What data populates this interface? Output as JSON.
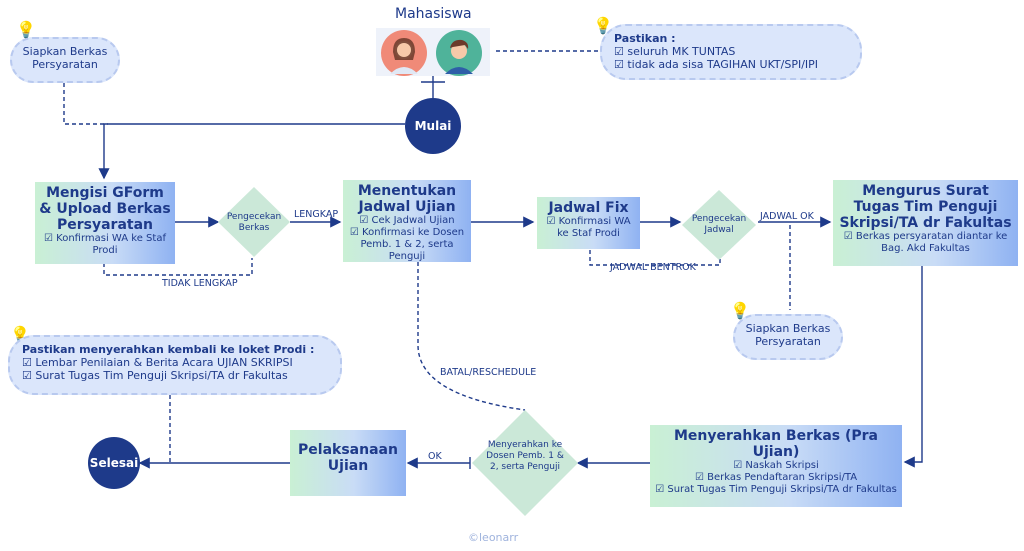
{
  "actor": {
    "label": "Mahasiswa"
  },
  "notes": {
    "top_left": {
      "icon": "lightbulb-icon",
      "text": "Siapkan Berkas Persyaratan"
    },
    "top_right": {
      "icon": "lightbulb-icon",
      "title": "Pastikan :",
      "items": [
        "☑ seluruh MK TUNTAS",
        "☑ tidak ada sisa TAGIHAN UKT/SPI/IPI"
      ]
    },
    "middle_right": {
      "icon": "lightbulb-icon",
      "text": "Siapkan Berkas Persyaratan"
    },
    "bottom_left": {
      "icon": "lightbulb-icon",
      "title": "Pastikan menyerahkan kembali ke loket Prodi :",
      "items": [
        "☑ Lembar Penilaian & Berita Acara UJIAN SKRIPSI",
        "☑ Surat Tugas Tim Penguji Skripsi/TA dr Fakultas"
      ]
    },
    "credit": "©leonarr"
  },
  "nodes": {
    "start": "Mulai",
    "end": "Selesai",
    "step1": {
      "title": "Mengisi GForm & Upload Berkas Persyaratan",
      "items": [
        "☑ Konfirmasi WA ke Staf Prodi"
      ]
    },
    "check1": "Pengecekan Berkas",
    "step2": {
      "title": "Menentukan Jadwal Ujian",
      "items": [
        "☑ Cek Jadwal Ujian",
        "☑ Konfirmasi ke Dosen Pemb. 1 & 2, serta Penguji"
      ]
    },
    "step3": {
      "title": "Jadwal Fix",
      "items": [
        "☑ Konfirmasi WA ke Staf Prodi"
      ]
    },
    "check2": "Pengecekan Jadwal",
    "step4": {
      "title": "Mengurus Surat Tugas Tim Penguji Skripsi/TA dr Fakultas",
      "items": [
        "☑ Berkas persyaratan diantar ke Bag. Akd Fakultas"
      ]
    },
    "step5": {
      "title": "Menyerahkan Berkas (Pra Ujian)",
      "items": [
        "☑ Naskah Skripsi",
        "☑ Berkas Pendaftaran Skripsi/TA",
        "☑ Surat Tugas Tim Penguji Skripsi/TA dr Fakultas"
      ]
    },
    "handover": "Menyerahkan ke Dosen Pemb. 1 & 2, serta Penguji",
    "step6": {
      "title": "Pelaksanaan Ujian"
    }
  },
  "edges": {
    "lengkap": "LENGKAP",
    "tidak_lengkap": "TIDAK LENGKAP",
    "jadwal_ok": "JADWAL OK",
    "jadwal_bentrok": "JADWAL BENTROK",
    "batal": "BATAL/RESCHEDULE",
    "ok": "OK"
  },
  "colors": {
    "primary": "#1e3a8a",
    "cloud": "#dbe6fb",
    "bulb": "#f5c518"
  }
}
